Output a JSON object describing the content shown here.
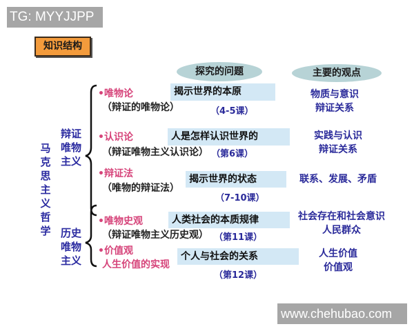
{
  "watermarks": {
    "top": "TG: MYYJJPP",
    "bottom": "www.chehubao.com"
  },
  "title": "知识结构",
  "headers": {
    "questions": "探究的问题",
    "views": "主要的观点"
  },
  "root": {
    "label_chars": [
      "马",
      "克",
      "思",
      "主",
      "义",
      "哲",
      "学"
    ]
  },
  "branches": [
    {
      "label_lines": [
        "辩证",
        "唯物",
        "主义"
      ],
      "topics": [
        {
          "name": "•唯物论",
          "sub": "（辩证的唯物论）",
          "question": "揭示世界的本原",
          "lesson": "（4-5课）",
          "view_lines": [
            "物质与意识",
            "辩证关系"
          ]
        },
        {
          "name": "•认识论",
          "sub": "（辩证唯物主义认识论）",
          "question": "人是怎样认识世界的",
          "lesson": "（第6课）",
          "view_lines": [
            "实践与认识",
            "辩证关系"
          ]
        },
        {
          "name": "•辩证法",
          "sub": "（唯物的辩证法）",
          "question": "揭示世界的状态",
          "lesson": "（7-10课）",
          "view_lines": [
            "联系、发展、矛盾"
          ]
        }
      ]
    },
    {
      "label_lines": [
        "历史",
        "唯物",
        "主义"
      ],
      "topics": [
        {
          "name": "•唯物史观",
          "sub": "（辩证唯物主义历史观）",
          "question": "人类社会的本质规律",
          "lesson": "（第11课）",
          "view_lines": [
            "社会存在和社会意识",
            "人民群众"
          ]
        },
        {
          "name": "•价值观",
          "sub": "人生价值的实现",
          "question": "个人与社会的关系",
          "lesson": "（第12课）",
          "view_lines": [
            "人生价值",
            "价值观"
          ]
        }
      ]
    }
  ],
  "colors": {
    "title_bg": "#f39b3c",
    "ellipse_bg": "#b7d3d6",
    "question_bg": "#d3e8f5",
    "topic_pink": "#d6447a",
    "blue_text": "#2a2a9a",
    "watermark_bg": "#a6a6a6"
  }
}
